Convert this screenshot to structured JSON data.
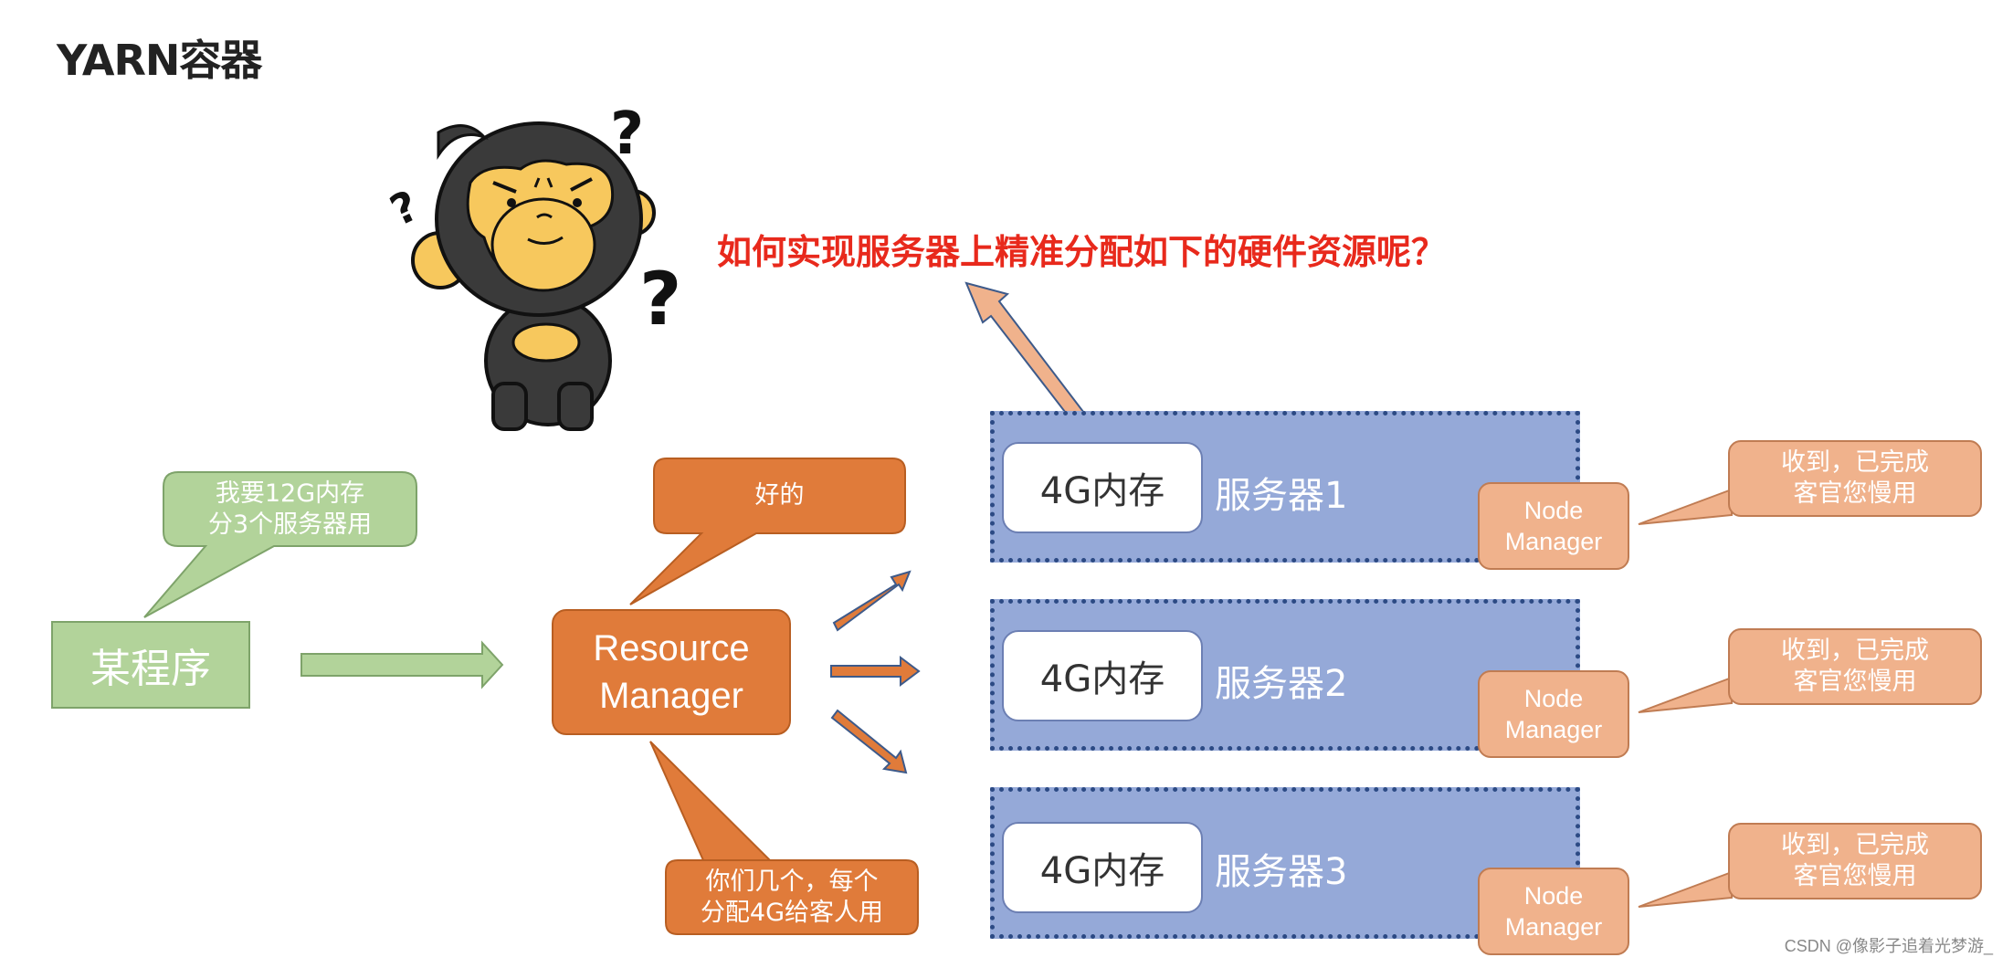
{
  "title": "YARN容器",
  "question": "如何实现服务器上精准分配如下的硬件资源呢？",
  "program": {
    "label": "某程序",
    "speech": [
      "我要12G内存",
      "分3个服务器用"
    ]
  },
  "resource_manager": {
    "label": [
      "Resource",
      "Manager"
    ],
    "reply": "好的",
    "instruction": [
      "你们几个，每个",
      "分配4G给客人用"
    ]
  },
  "servers": [
    {
      "memory": "4G内存",
      "name": "服务器1",
      "node": [
        "Node",
        "Manager"
      ],
      "reply": [
        "收到，已完成",
        "客官您慢用"
      ]
    },
    {
      "memory": "4G内存",
      "name": "服务器2",
      "node": [
        "Node",
        "Manager"
      ],
      "reply": [
        "收到，已完成",
        "客官您慢用"
      ]
    },
    {
      "memory": "4G内存",
      "name": "服务器3",
      "node": [
        "Node",
        "Manager"
      ],
      "reply": [
        "收到，已完成",
        "客官您慢用"
      ]
    }
  ],
  "watermark": "CSDN @像影子追着光梦游_",
  "colors": {
    "question": "#e8291c",
    "program": "#b2d39a",
    "resource_manager": "#e07b3a",
    "server": "#95a9d8",
    "node_manager": "#f0b28c"
  },
  "icons": {
    "mascot": "confused-monkey-icon"
  }
}
